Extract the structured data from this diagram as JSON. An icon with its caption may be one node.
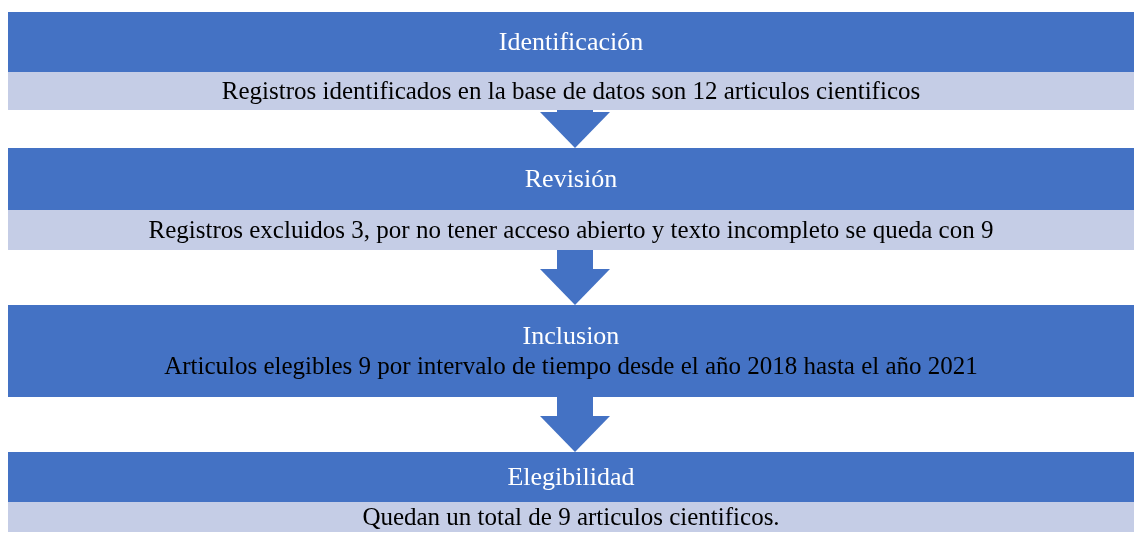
{
  "diagram": {
    "nodes": [
      {
        "text": [
          "Identificación",
          "Registros identificados en la base de datos son 12 articulos cientificos"
        ]
      },
      {
        "text": [
          "Revisión",
          "Registros excluidos 3, por no tener acceso abierto y texto incompleto se queda con 9"
        ]
      },
      {
        "text": [
          "Inclusion",
          "Articulos elegibles 9 por intervalo de tiempo desde el año 2018 hasta el año 2021"
        ]
      },
      {
        "text": [
          "Elegibilidad",
          "Quedan un total de 9 articulos cientificos."
        ]
      }
    ],
    "edges": [
      {
        "from": 0,
        "to": 1,
        "arrow": "to"
      },
      {
        "from": 1,
        "to": 2,
        "arrow": "to"
      },
      {
        "from": 2,
        "to": 3,
        "arrow": "to"
      }
    ]
  }
}
